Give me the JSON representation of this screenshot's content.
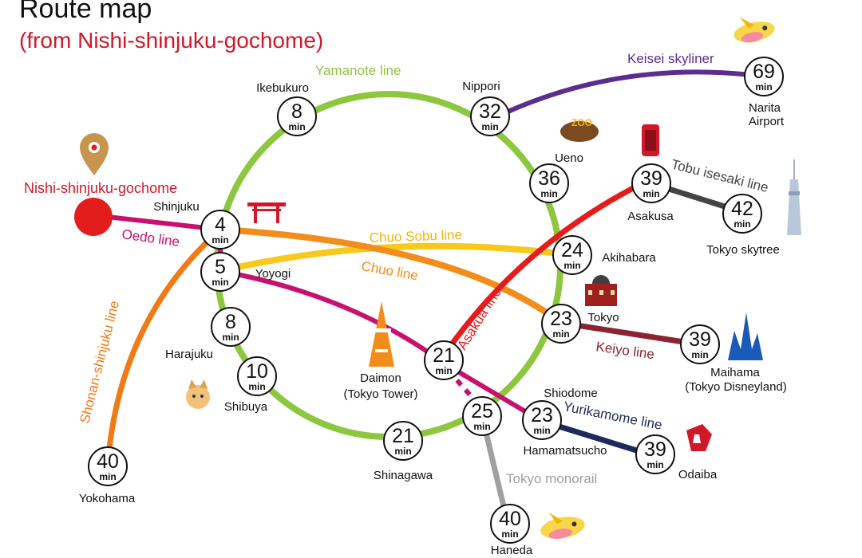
{
  "header": {
    "title": "Route map",
    "subtitle": "(from Nishi-shinjuku-gochome)"
  },
  "origin": {
    "name": "Nishi-shinjuku-gochome",
    "color": "#e31c1c"
  },
  "unit": "min",
  "lines": {
    "yamanote": {
      "label": "Yamanote line",
      "color": "#8dc63f"
    },
    "keisei": {
      "label": "Keisei skyliner",
      "color": "#5c2d91"
    },
    "tobu": {
      "label": "Tobu isesaki line",
      "color": "#444444"
    },
    "chuo_sobu": {
      "label": "Chuo Sobu line",
      "color": "#f7c91c"
    },
    "chuo": {
      "label": "Chuo line",
      "color": "#f28c1a"
    },
    "oedo": {
      "label": "Oedo line",
      "color": "#c8106e"
    },
    "asakusa": {
      "label": "Asakua line",
      "color": "#e61c1c"
    },
    "keiyo": {
      "label": "Keiyo line",
      "color": "#8b2332"
    },
    "shonan": {
      "label": "Shonan-shinjuku line",
      "color": "#f07a14"
    },
    "yurikamome": {
      "label": "Yurikamome line",
      "color": "#1f2a5c"
    },
    "monorail": {
      "label": "Tokyo monorail",
      "color": "#a0a0a0"
    }
  },
  "stations": {
    "ikebukuro": {
      "name": "Ikebukuro",
      "minutes": "8"
    },
    "nippori": {
      "name": "Nippori",
      "minutes": "32"
    },
    "narita": {
      "name_line1": "Narita",
      "name_line2": "Airport",
      "minutes": "69"
    },
    "ueno": {
      "name": "Ueno",
      "minutes": "36"
    },
    "asakusa": {
      "name": "Asakusa",
      "minutes": "39"
    },
    "skytree": {
      "name": "Tokyo skytree",
      "minutes": "42"
    },
    "shinjuku": {
      "name": "Shinjuku",
      "minutes": "4"
    },
    "yoyogi": {
      "name": "Yoyogi",
      "minutes": "5"
    },
    "akihabara": {
      "name": "Akihabara",
      "minutes": "24"
    },
    "harajuku": {
      "name": "Harajuku",
      "minutes": "8"
    },
    "shibuya": {
      "name": "Shibuya",
      "minutes": "10"
    },
    "tokyo": {
      "name": "Tokyo",
      "minutes": "23"
    },
    "maihama": {
      "name_line1": "Maihama",
      "name_line2": "(Tokyo Disneyland)",
      "minutes": "39"
    },
    "daimon": {
      "name_line1": "Daimon",
      "name_line2": "(Tokyo Tower)",
      "minutes": "21"
    },
    "shiodome": {
      "name": "Shiodome",
      "minutes": "23"
    },
    "hamamatsucho": {
      "name": "Hamamatsucho",
      "minutes": "25"
    },
    "shinagawa": {
      "name": "Shinagawa",
      "minutes": "21"
    },
    "odaiba": {
      "name": "Odaiba",
      "minutes": "39"
    },
    "yokohama": {
      "name": "Yokohama",
      "minutes": "40"
    },
    "haneda": {
      "name": "Haneda",
      "minutes": "40"
    }
  },
  "icons": [
    "location-pin-icon",
    "plane-icon",
    "zoo-icon",
    "kaminarimon-icon",
    "skytree-icon",
    "torii-gate-icon",
    "tokyo-station-icon",
    "tokyo-tower-icon",
    "castle-icon",
    "dog-icon",
    "gundam-icon"
  ]
}
